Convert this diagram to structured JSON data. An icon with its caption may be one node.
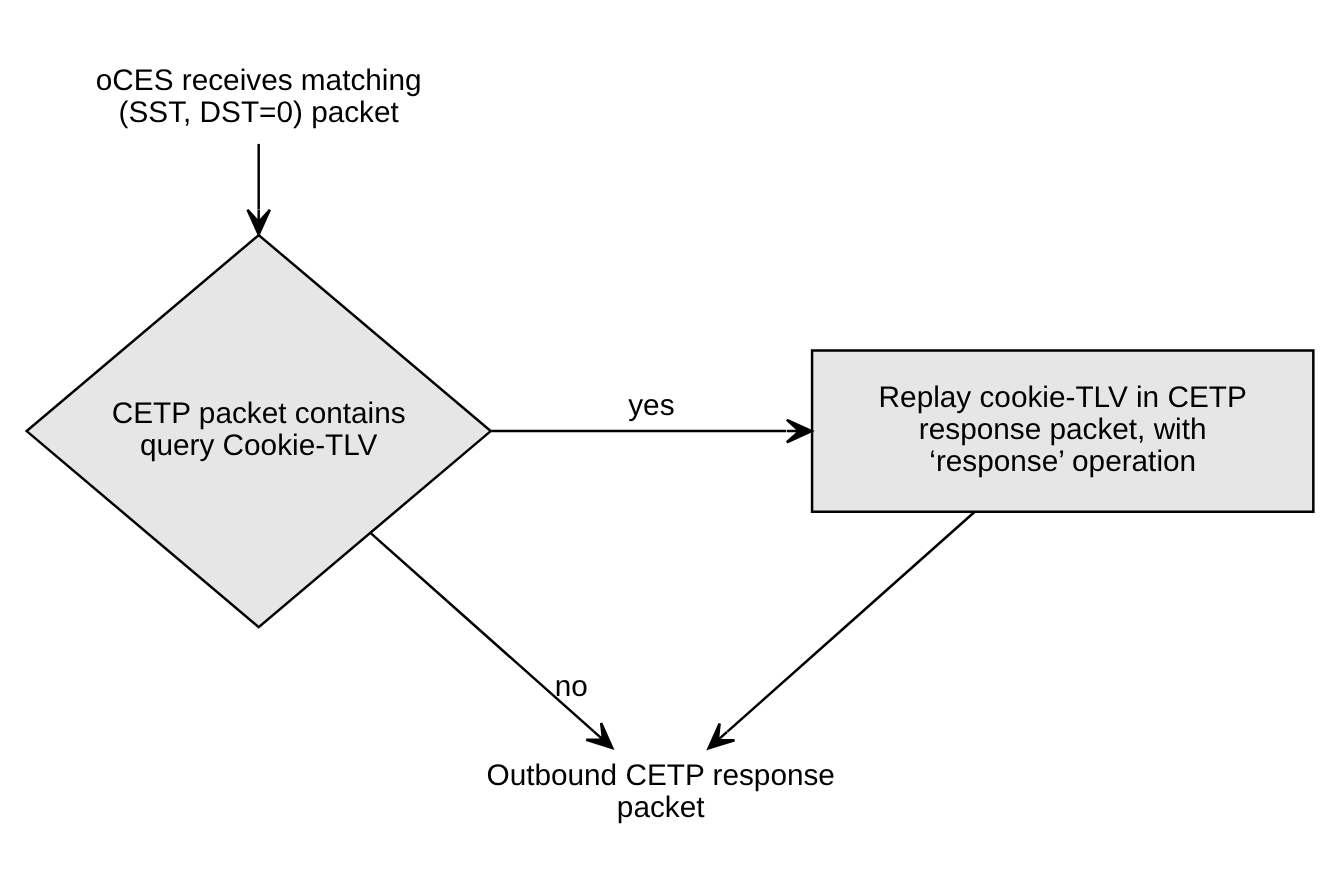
{
  "diagram": {
    "nodes": [
      {
        "text": [
          "oCES receives matching (SST, DST=0) packet"
        ]
      },
      {
        "text": [
          "CETP packet contains query Cookie-TLV"
        ]
      },
      {
        "text": [
          "Replay cookie-TLV in CETP response packet, with ‘response’ operation"
        ]
      },
      {
        "text": [
          "Outbound CETP response packet"
        ]
      }
    ],
    "edges": [
      {
        "from": 0,
        "to": 1,
        "arrow": "to"
      },
      {
        "from": 1,
        "to": 2,
        "arrow": "to",
        "label": "yes"
      },
      {
        "from": 1,
        "to": 3,
        "arrow": "to",
        "label": "no"
      },
      {
        "from": 2,
        "to": 3,
        "arrow": "to"
      }
    ]
  }
}
